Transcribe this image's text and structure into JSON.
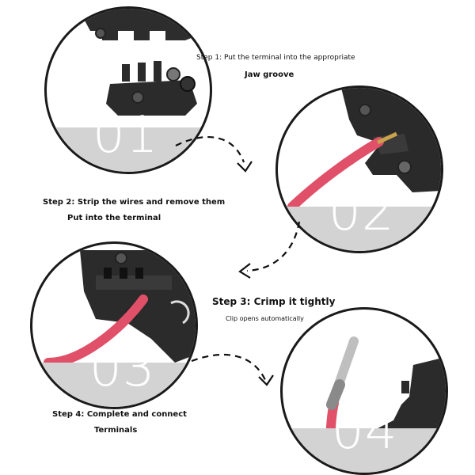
{
  "steps": [
    {
      "number": "01",
      "title": "Step 1: Put the terminal into the appropriate",
      "subtitle": "Jaw groove"
    },
    {
      "number": "02",
      "title": "Step 2: Strip the wires and remove them",
      "subtitle": "Put into the terminal"
    },
    {
      "number": "03",
      "title": "Step 3: Crimp it tightly",
      "subtitle": "Clip opens automatically"
    },
    {
      "number": "04",
      "title": "Step 4: Complete and connect",
      "subtitle": "Terminals"
    }
  ],
  "colors": {
    "wire": "#e05068",
    "tool": "#2b2b2b",
    "band": "#d3d3d3",
    "outline": "#1a1a1a"
  }
}
